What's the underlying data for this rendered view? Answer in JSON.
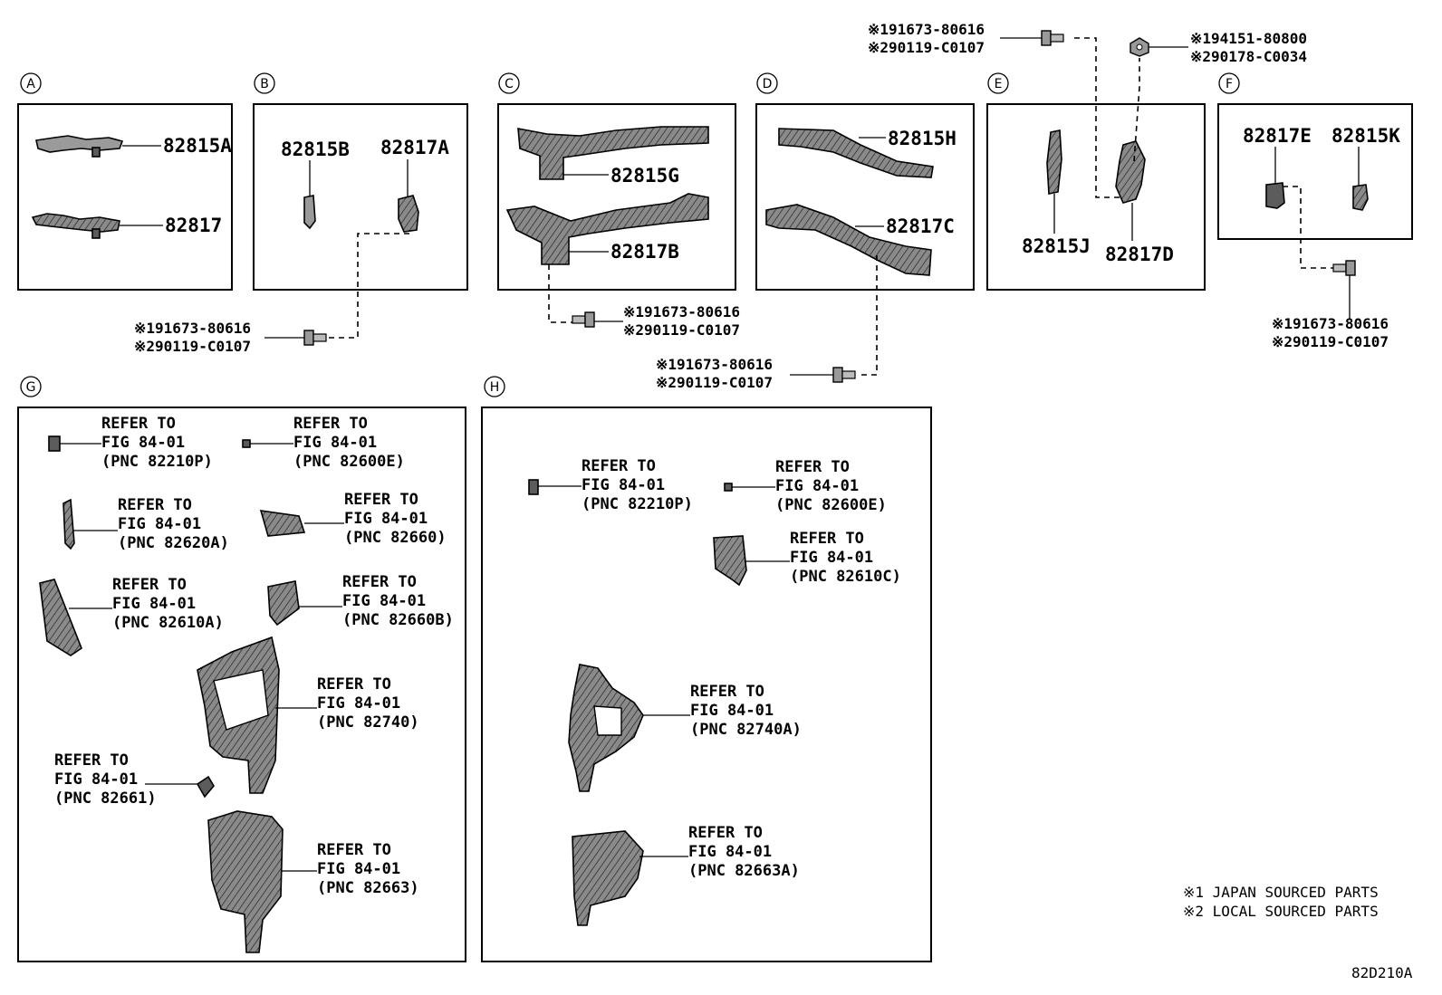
{
  "sections": {
    "A": {
      "label": "A",
      "parts": [
        "82815A",
        "82817"
      ]
    },
    "B": {
      "label": "B",
      "parts": [
        "82815B",
        "82817A"
      ],
      "fasteners": [
        "※191673-80616",
        "※290119-C0107"
      ]
    },
    "C": {
      "label": "C",
      "parts": [
        "82815G",
        "82817B"
      ],
      "fasteners": [
        "※191673-80616",
        "※290119-C0107"
      ]
    },
    "D": {
      "label": "D",
      "parts": [
        "82815H",
        "82817C"
      ],
      "fasteners": [
        "※191673-80616",
        "※290119-C0107"
      ]
    },
    "E": {
      "label": "E",
      "parts": [
        "82815J",
        "82817D"
      ],
      "fasteners_a": [
        "※191673-80616",
        "※290119-C0107"
      ],
      "fasteners_b": [
        "※194151-80800",
        "※290178-C0034"
      ]
    },
    "F": {
      "label": "F",
      "parts": [
        "82817E",
        "82815K"
      ],
      "fasteners": [
        "※191673-80616",
        "※290119-C0107"
      ]
    },
    "G": {
      "label": "G",
      "refs": [
        [
          "REFER TO",
          "FIG 84-01",
          "(PNC 82210P)"
        ],
        [
          "REFER TO",
          "FIG 84-01",
          "(PNC 82600E)"
        ],
        [
          "REFER TO",
          "FIG 84-01",
          "(PNC 82620A)"
        ],
        [
          "REFER TO",
          "FIG 84-01",
          "(PNC 82660)"
        ],
        [
          "REFER TO",
          "FIG 84-01",
          "(PNC 82610A)"
        ],
        [
          "REFER TO",
          "FIG 84-01",
          "(PNC 82660B)"
        ],
        [
          "REFER TO",
          "FIG 84-01",
          "(PNC 82740)"
        ],
        [
          "REFER TO",
          "FIG 84-01",
          "(PNC 82661)"
        ],
        [
          "REFER TO",
          "FIG 84-01",
          "(PNC 82663)"
        ]
      ]
    },
    "H": {
      "label": "H",
      "refs": [
        [
          "REFER TO",
          "FIG 84-01",
          "(PNC 82210P)"
        ],
        [
          "REFER TO",
          "FIG 84-01",
          "(PNC 82600E)"
        ],
        [
          "REFER TO",
          "FIG 84-01",
          "(PNC 82610C)"
        ],
        [
          "REFER TO",
          "FIG 84-01",
          "(PNC 82740A)"
        ],
        [
          "REFER TO",
          "FIG 84-01",
          "(PNC 82663A)"
        ]
      ]
    }
  },
  "legend": [
    "※1 JAPAN SOURCED PARTS",
    "※2 LOCAL SOURCED PARTS"
  ],
  "drawing_id": "82D210A"
}
